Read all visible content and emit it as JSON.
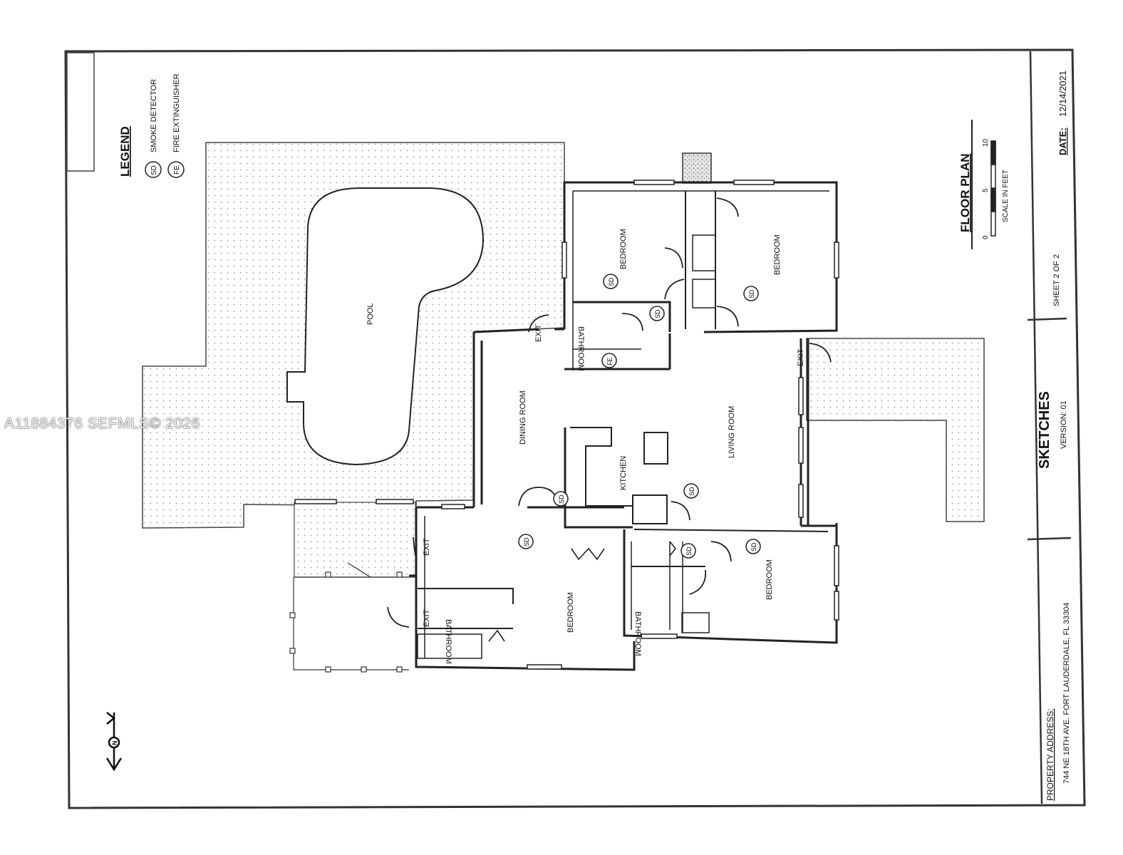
{
  "legend": {
    "title": "LEGEND",
    "items": [
      {
        "symbol": "SD",
        "label": "SMOKE DETECTOR"
      },
      {
        "symbol": "FE",
        "label": "FIRE EXTINGUISHER"
      }
    ]
  },
  "title_block": {
    "date_label": "DATE:",
    "date_value": "12/14/2021",
    "plan_title": "FLOOR PLAN",
    "scale_ticks": [
      "0",
      "5",
      "10"
    ],
    "scale_caption": "SCALE IN FEET",
    "sheet": "SHEET  2  OF  2",
    "sketches": "SKETCHES",
    "version": "VERSION: 01",
    "address_label": "PROPERTY ADDRESS:",
    "address_value": "744 NE 18TH AVE. FORT LAUDERDALE, FL 33304"
  },
  "rooms": {
    "pool": "POOL",
    "bedroom_top_left": "BEDROOM",
    "bedroom_top_right": "BEDROOM",
    "bathroom_top": "BATHROOM",
    "dining": "DINING ROOM",
    "kitchen": "KITCHEN",
    "living": "LIVING ROOM",
    "bedroom_bottom_right": "BEDROOM",
    "bathroom_bottom_right": "BATHROOM",
    "bedroom_bottom": "BEDROOM",
    "bathroom_bottom": "BATHROOM"
  },
  "exits": [
    "EXIT",
    "EXIT",
    "EXIT",
    "EXIT"
  ],
  "markers": {
    "sd": "SD",
    "fe": "FE"
  },
  "north_label": "N",
  "watermark": "A11884376  SEFMLS© 2026"
}
